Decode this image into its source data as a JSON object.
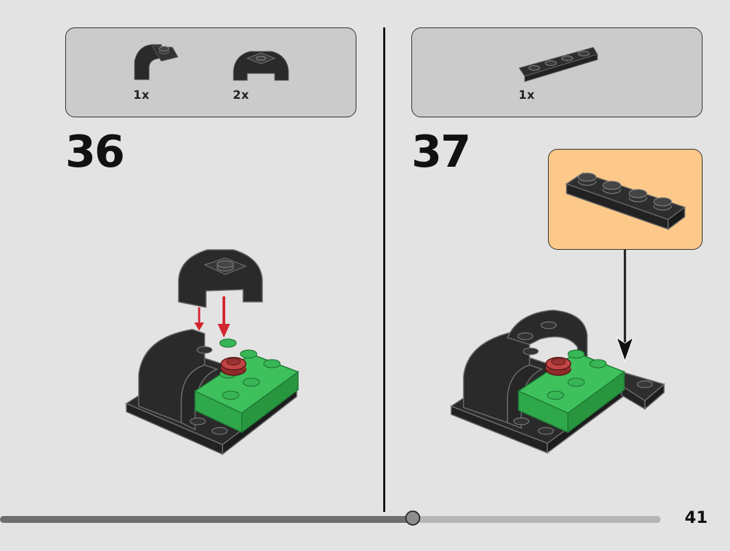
{
  "step36": {
    "number": "36",
    "parts": [
      {
        "name": "black curved slope brick 1x1 with stud",
        "qty": "1x"
      },
      {
        "name": "black curved arch brick 2x2",
        "qty": "2x"
      }
    ]
  },
  "step37": {
    "number": "37",
    "parts": [
      {
        "name": "black plate 1x4",
        "qty": "1x"
      }
    ]
  },
  "footer": {
    "page_number": "41",
    "progress": 0.625
  },
  "colors": {
    "page_background": "#e3e3e3",
    "parts_box": "#cbcbcb",
    "callout_background": "#fdc98a",
    "brick_black": "#2a2a2a",
    "brick_green": "#2fb24a",
    "brick_red": "#b03a3a",
    "arrow_red": "#d3262f"
  }
}
